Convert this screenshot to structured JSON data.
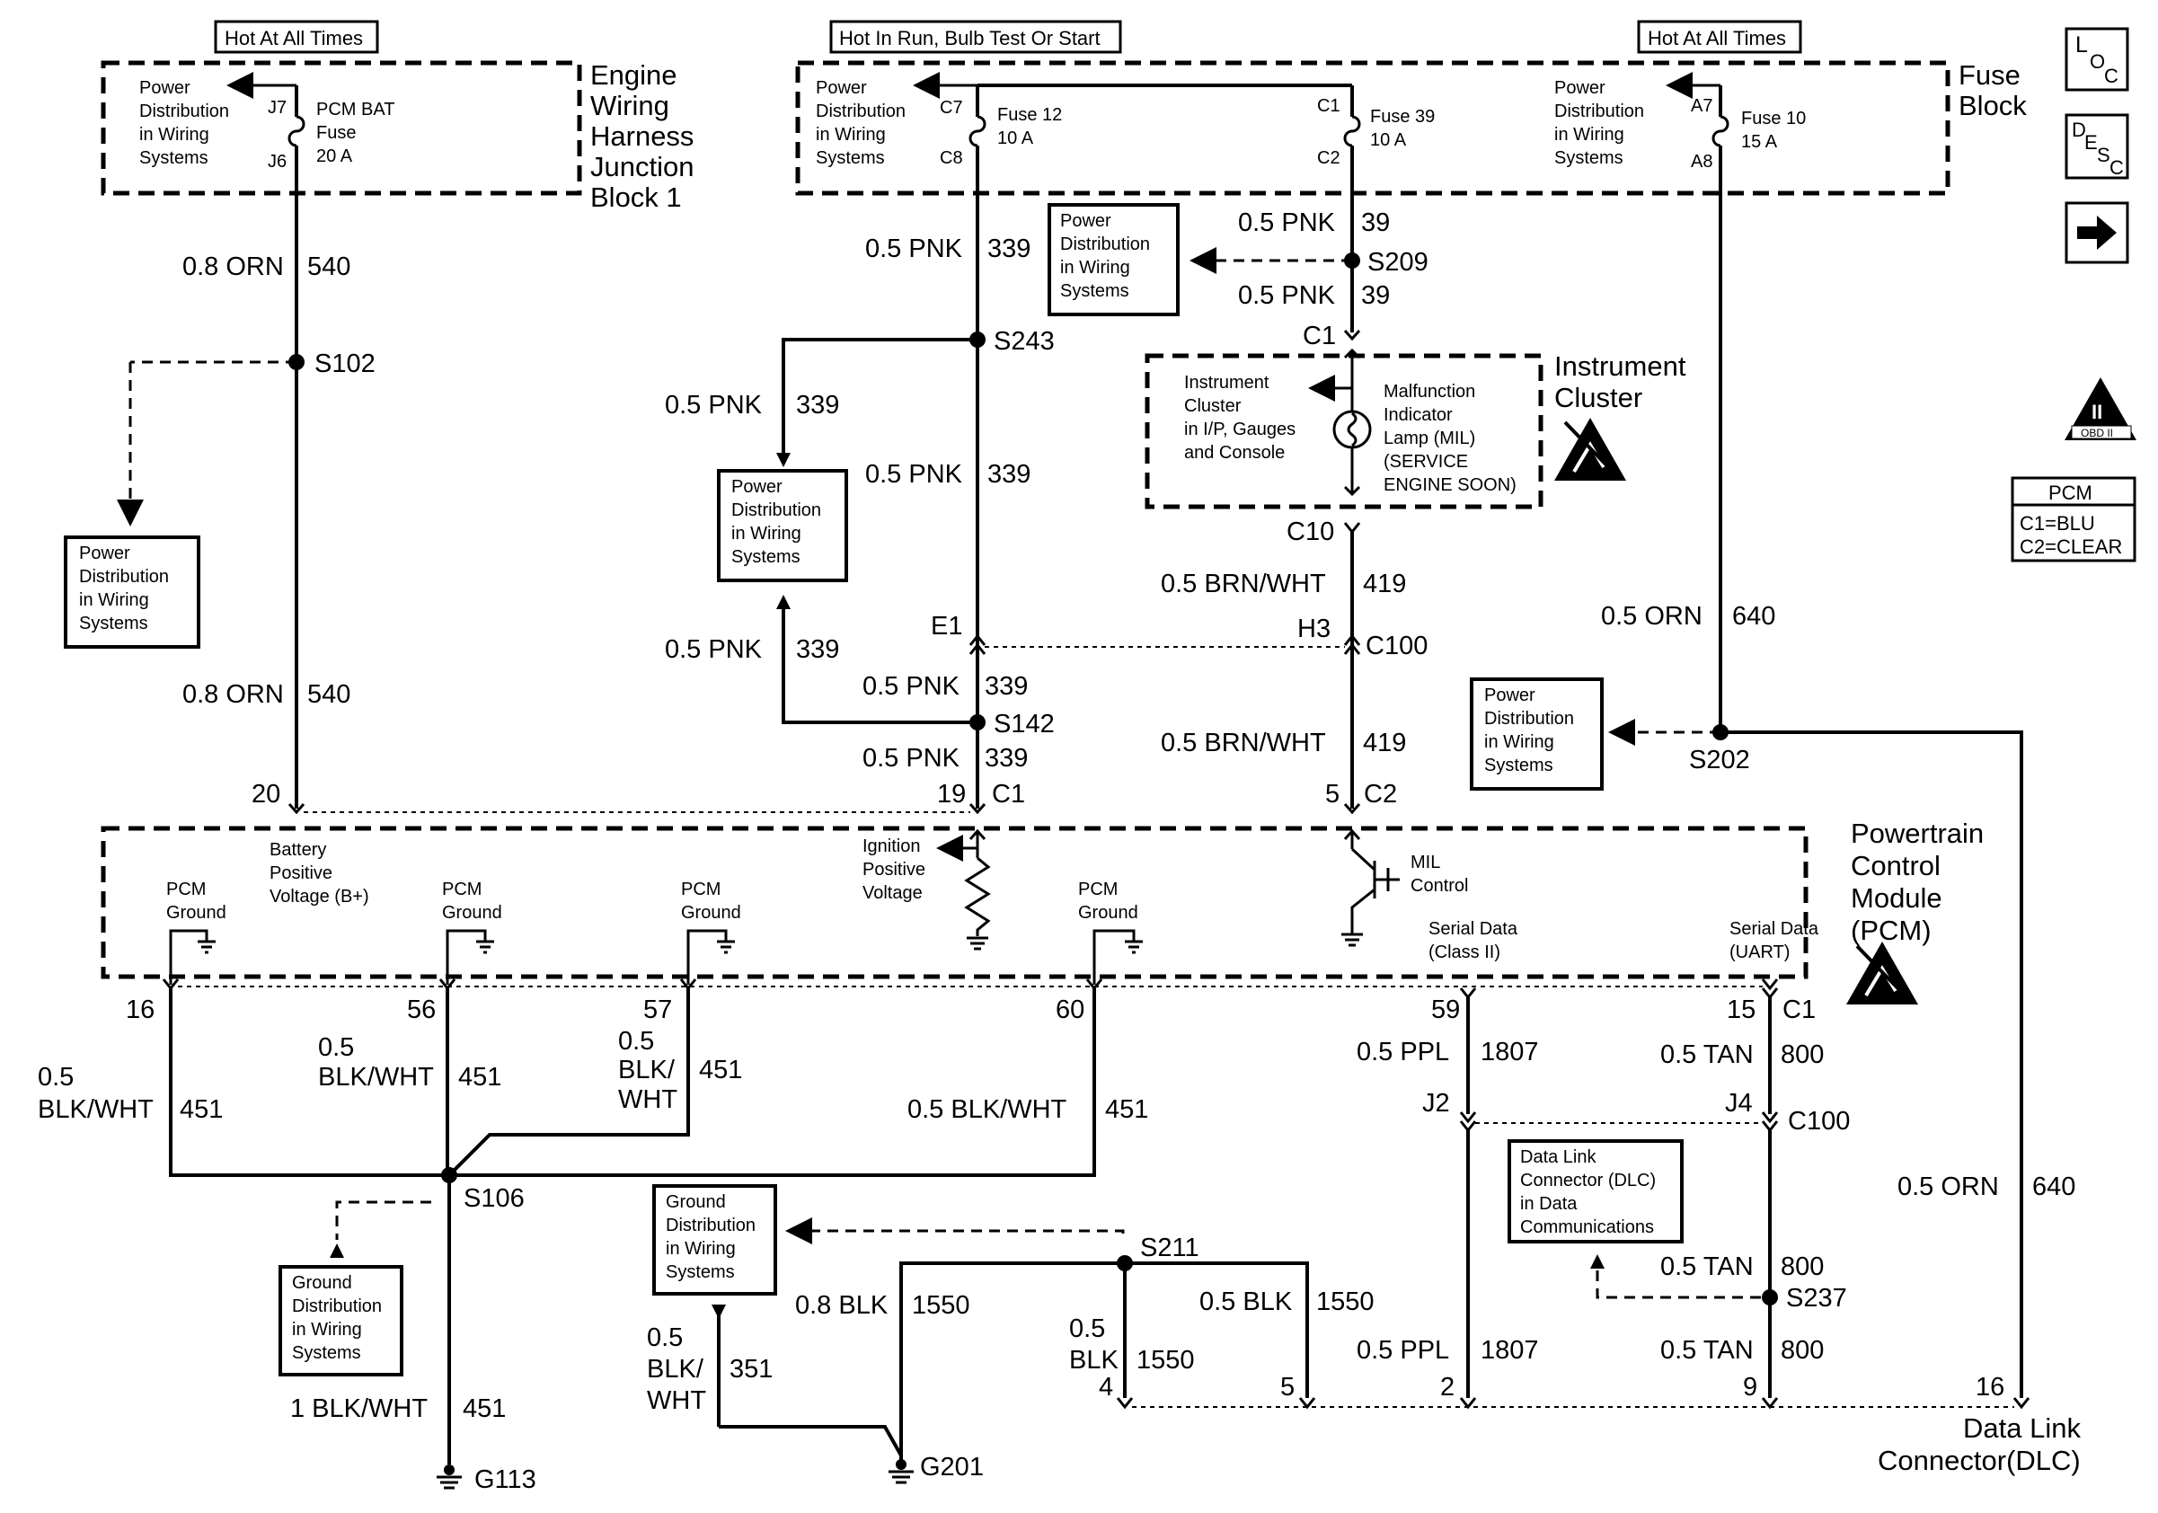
{
  "hot_labels": {
    "left": "Hot At All Times",
    "middle": "Hot In Run, Bulb Test Or Start",
    "right": "Hot At All Times"
  },
  "blocks": {
    "engine_harness": [
      "Engine",
      "Wiring",
      "Harness",
      "Junction",
      "Block 1"
    ],
    "fuse_block": [
      "Fuse",
      "Block"
    ],
    "instrument_cluster": [
      "Instrument",
      "Cluster"
    ],
    "pcm": [
      "Powertrain",
      "Control",
      "Module",
      "(PCM)"
    ],
    "dlc": [
      "Data Link",
      "Connector(DLC)"
    ]
  },
  "power_dist": [
    "Power",
    "Distribution",
    "in Wiring",
    "Systems"
  ],
  "ground_dist": [
    "Ground",
    "Distribution",
    "in Wiring",
    "Systems"
  ],
  "fuses": {
    "pcm_bat": {
      "in_pin": "J7",
      "out_pin": "J6",
      "name": [
        "PCM BAT",
        "Fuse",
        "20 A"
      ]
    },
    "fuse12": {
      "in_pin": "C7",
      "out_pin": "C8",
      "name": [
        "Fuse 12",
        "10 A"
      ]
    },
    "fuse39": {
      "in_pin": "C1",
      "out_pin": "C2",
      "name": [
        "Fuse 39",
        "10 A"
      ]
    },
    "fuse10": {
      "in_pin": "A7",
      "out_pin": "A8",
      "name": [
        "Fuse 10",
        "15 A"
      ]
    }
  },
  "wires": {
    "orn540": [
      "0.8 ORN",
      "540"
    ],
    "pnk339": [
      "0.5 PNK",
      "339"
    ],
    "pnk39": [
      "0.5 PNK",
      "39"
    ],
    "brn419": [
      "0.5 BRN/WHT",
      "419"
    ],
    "orn640": [
      "0.5 ORN",
      "640"
    ],
    "blkwht451": [
      "0.5 BLK/WHT",
      "451"
    ],
    "blkwht451_1": "1 BLK/WHT",
    "blkwht451_num": "451",
    "ppl1807": [
      "0.5 PPL",
      "1807"
    ],
    "tan800": [
      "0.5 TAN",
      "800"
    ],
    "blk1550_08": [
      "0.8 BLK",
      "1550"
    ],
    "blk1550_05": [
      "0.5 BLK",
      "1550"
    ],
    "blk1550_05s": [
      "0.5",
      "BLK",
      "1550"
    ],
    "blkwht351": [
      "0.5",
      "BLK/",
      "WHT",
      "351"
    ],
    "blkwht451_stack1": [
      "0.5",
      "BLK/WHT",
      "451"
    ],
    "blkwht451_stack2": [
      "0.5",
      "BLK/WHT",
      "451"
    ],
    "blkwht451_stack3": [
      "0.5",
      "BLK/",
      "WHT",
      "451"
    ]
  },
  "splices": [
    "S102",
    "S209",
    "S243",
    "S142",
    "S202",
    "S106",
    "S211",
    "S237"
  ],
  "grounds": [
    "G113",
    "G201"
  ],
  "connectors": {
    "c1": "C1",
    "c10": "C10",
    "c100": "C100",
    "c2": "C2",
    "e1": "E1",
    "h3": "H3",
    "j2": "J2",
    "j4": "J4"
  },
  "pcm_pins": {
    "p20": "20",
    "p19": "19",
    "p5": "5",
    "p16": "16",
    "p56": "56",
    "p57": "57",
    "p60": "60",
    "p59": "59",
    "p15": "15"
  },
  "dlc_pins": [
    "4",
    "5",
    "2",
    "9",
    "16"
  ],
  "pcm_internal": {
    "battery": [
      "Battery",
      "Positive",
      "Voltage (B+)"
    ],
    "pcm_ground": [
      "PCM",
      "Ground"
    ],
    "ignition": [
      "Ignition",
      "Positive",
      "Voltage"
    ],
    "mil_control": [
      "MIL",
      "Control"
    ],
    "serial_class2": [
      "Serial Data",
      "(Class II)"
    ],
    "serial_uart": [
      "Serial Data",
      "(UART)"
    ]
  },
  "cluster_internal": {
    "ic_left": [
      "Instrument",
      "Cluster",
      "in I/P, Gauges",
      "and Console"
    ],
    "mil": [
      "Malfunction",
      "Indicator",
      "Lamp (MIL)",
      "(SERVICE",
      "ENGINE SOON)"
    ]
  },
  "dlc_data_comm": [
    "Data Link",
    "Connector (DLC)",
    "in Data",
    "Communications"
  ],
  "side_icons": {
    "loc": [
      "L",
      "O",
      "C"
    ],
    "desc": [
      "D",
      "E",
      "S",
      "C"
    ],
    "obd": "OBD II",
    "obd_numeral": "II"
  },
  "pcm_legend": {
    "title": "PCM",
    "lines": [
      "C1=BLU",
      "C2=CLEAR"
    ]
  }
}
